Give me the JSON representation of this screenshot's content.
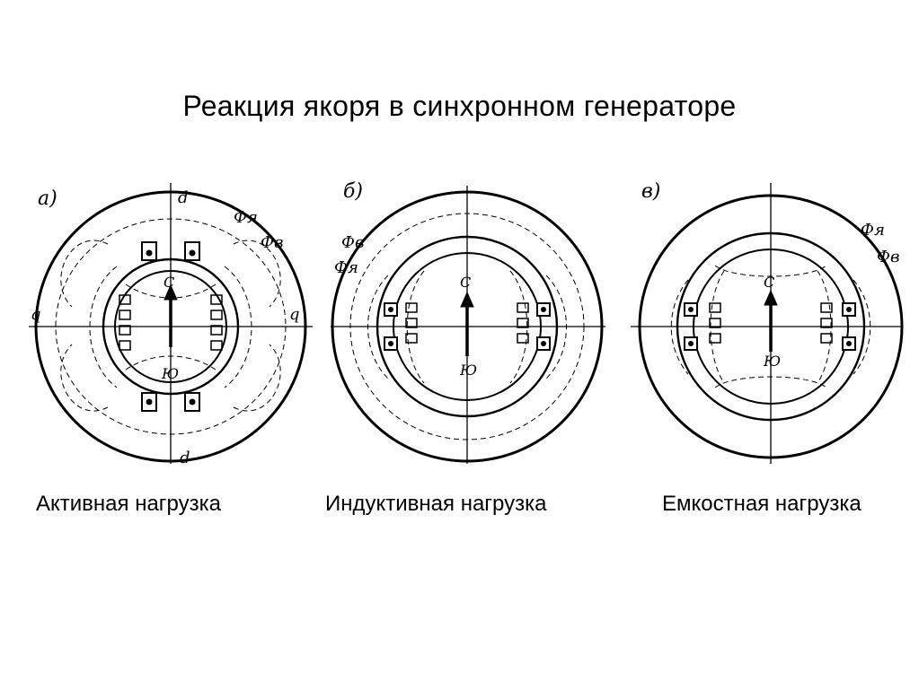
{
  "title": "Реакция якоря в синхронном генераторе",
  "diagrams": [
    {
      "id": "a",
      "tag": "а)",
      "caption": "Активная нагрузка",
      "pole_n": "С",
      "pole_s": "Ю",
      "flux_armature": "Фя",
      "flux_field": "Фв",
      "axis_d": "d",
      "axis_q": "q"
    },
    {
      "id": "b",
      "tag": "б)",
      "caption": "Индуктивная нагрузка",
      "pole_n": "С",
      "pole_s": "Ю",
      "flux_field": "Фв",
      "flux_armature": "Фя"
    },
    {
      "id": "c",
      "tag": "в)",
      "caption": "Емкостная нагрузка",
      "pole_n": "С",
      "pole_s": "Ю",
      "flux_armature": "Фя",
      "flux_field": "Фв"
    }
  ]
}
